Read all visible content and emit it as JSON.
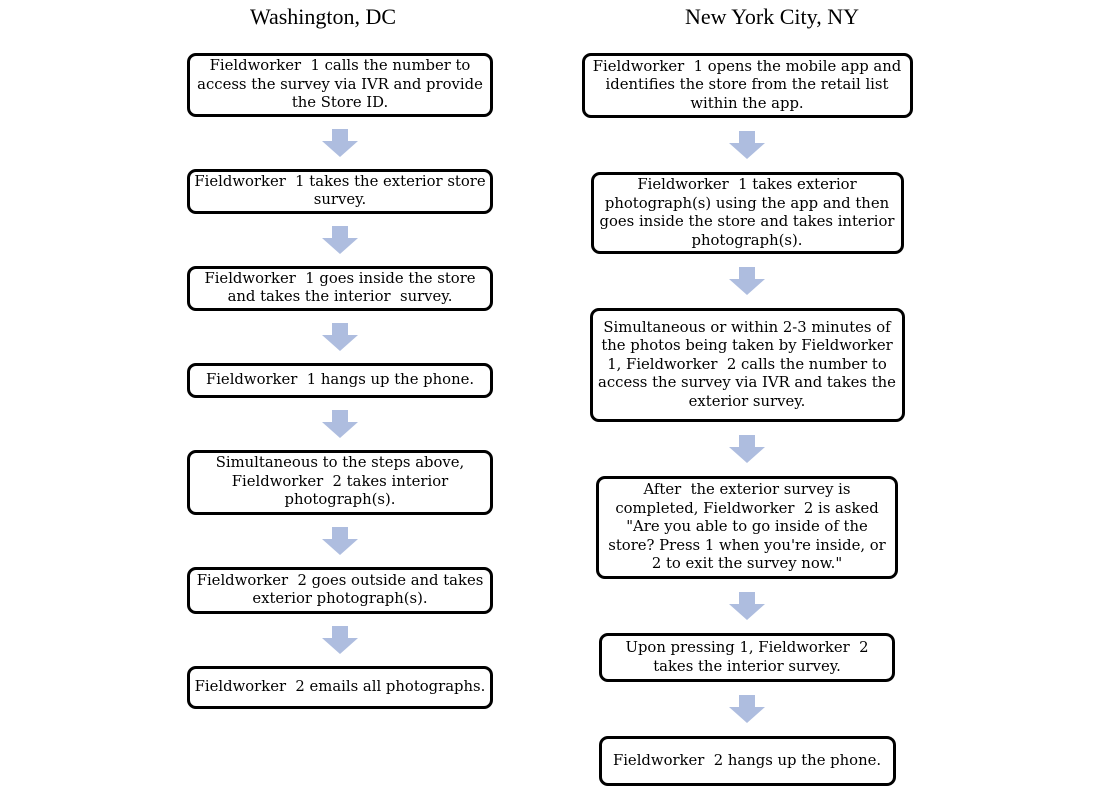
{
  "diagram": {
    "background": "#ffffff",
    "text_color": "#000000",
    "box_border_color": "#000000",
    "arrow_color": "#aebddf",
    "arrow_icon": "down-block-arrow",
    "columns": [
      {
        "title": "Washington, DC",
        "steps": [
          "Fieldworker  1 calls the number to access the survey via IVR and provide the Store ID.",
          "Fieldworker  1 takes the exterior store survey.",
          "Fieldworker  1 goes inside the store and takes the interior  survey.",
          "Fieldworker  1 hangs up the phone.",
          "Simultaneous to the steps above, Fieldworker  2 takes interior photograph(s).",
          "Fieldworker  2 goes outside and takes exterior photograph(s).",
          "Fieldworker  2 emails all photographs."
        ]
      },
      {
        "title": "New York City, NY",
        "steps": [
          "Fieldworker  1 opens the mobile app and identifies the store from the retail list within the app.",
          "Fieldworker  1 takes exterior photograph(s) using the app and then goes inside the store and takes interior photograph(s).",
          "Simultaneous or within 2-3 minutes of the photos being taken by Fieldworker 1, Fieldworker  2 calls the number to access the survey via IVR and takes the exterior survey.",
          "After  the exterior survey is completed, Fieldworker  2 is asked \"Are you able to go inside of the store? Press 1 when you're inside, or 2 to exit the survey now.\"",
          "Upon pressing 1, Fieldworker  2 takes the interior survey.",
          "Fieldworker  2 hangs up the phone."
        ]
      }
    ]
  }
}
